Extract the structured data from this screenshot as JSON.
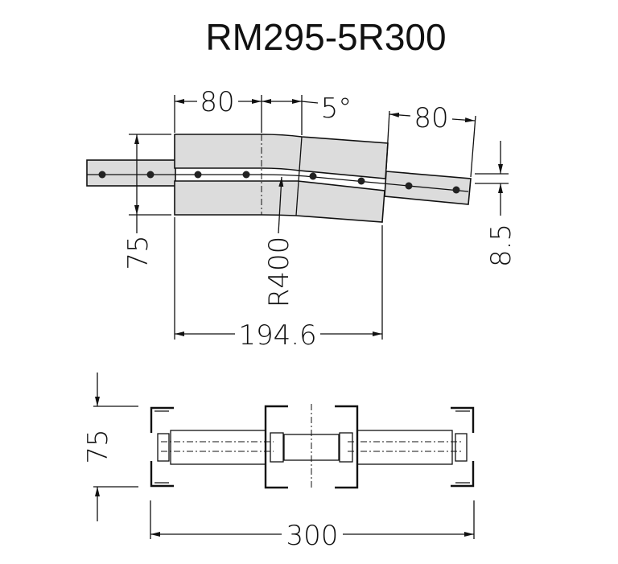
{
  "title": "RM295-5R300",
  "top_view": {
    "dim_left_length": "80",
    "dim_angle": "5°",
    "dim_right_length": "80",
    "dim_height": "75",
    "dim_radius": "R400",
    "dim_total_length": "194.6",
    "dim_offset": "8.5"
  },
  "section_view": {
    "dim_height": "75",
    "dim_width": "300"
  }
}
